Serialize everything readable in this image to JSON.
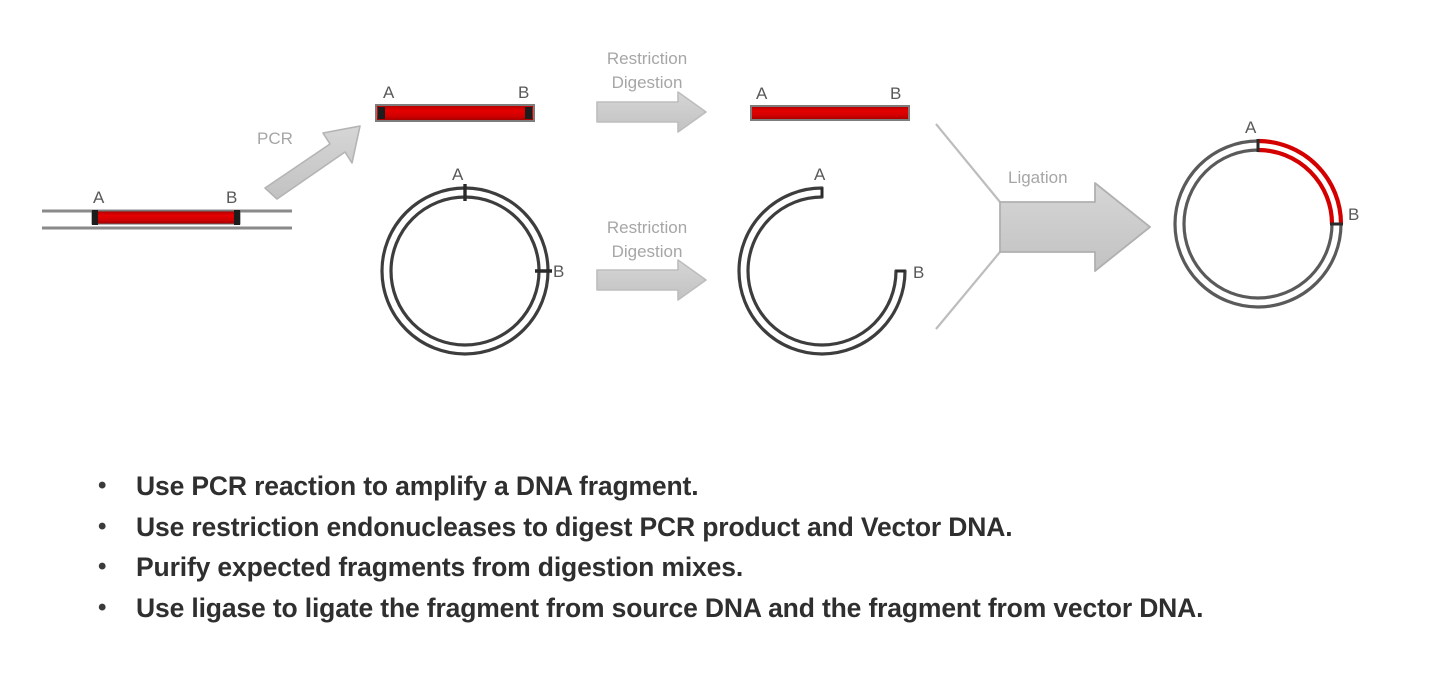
{
  "slide": {
    "background": "#ffffff",
    "accent_red": "#d40000",
    "outline_gray": "#4a4a4a",
    "arrow_gray": "#c9c9c9",
    "label_gray": "#a6a6a6",
    "marker_gray": "#595959"
  },
  "diagram": {
    "title_visible": false,
    "markers": {
      "source_dna_a": "A",
      "source_dna_b": "B",
      "pcr_product_a": "A",
      "pcr_product_b": "B",
      "digested_insert_a": "A",
      "digested_insert_b": "B",
      "vector_a": "A",
      "vector_b": "B",
      "linear_vector_a": "A",
      "linear_vector_b": "B",
      "recombinant_a": "A",
      "recombinant_b": "B"
    },
    "steps": [
      {
        "id": "pcr",
        "label": "PCR",
        "lines": [
          "PCR"
        ]
      },
      {
        "id": "restriction-digestion-insert",
        "label": "Restriction Digestion",
        "lines": [
          "Restriction",
          "Digestion"
        ]
      },
      {
        "id": "restriction-digestion-vector",
        "label": "Restriction Digestion",
        "lines": [
          "Restriction",
          "Digestion"
        ]
      },
      {
        "id": "ligation",
        "label": "Ligation",
        "lines": [
          "Ligation"
        ]
      }
    ],
    "elements": {
      "source_dna": "source genomic DNA duplex with red target fragment",
      "pcr_product": "linear red PCR product with blunt dark ends",
      "digested_insert": "red insert fragment after restriction digestion",
      "vector_plasmid": "circular double-stranded vector plasmid",
      "linear_vector": "linearized vector opened between sites A and B",
      "recombinant_plasmid": "recombinant plasmid with red insert ligated between A and B"
    }
  },
  "bullets": [
    {
      "marker": "•",
      "text": "Use PCR reaction to amplify a DNA fragment."
    },
    {
      "marker": "•",
      "text": "Use restriction endonucleases to digest PCR product and Vector DNA."
    },
    {
      "marker": "•",
      "text": "Purify expected fragments from digestion mixes."
    },
    {
      "marker": "•",
      "text": "Use ligase to ligate the fragment from source DNA and the fragment from vector DNA."
    }
  ]
}
